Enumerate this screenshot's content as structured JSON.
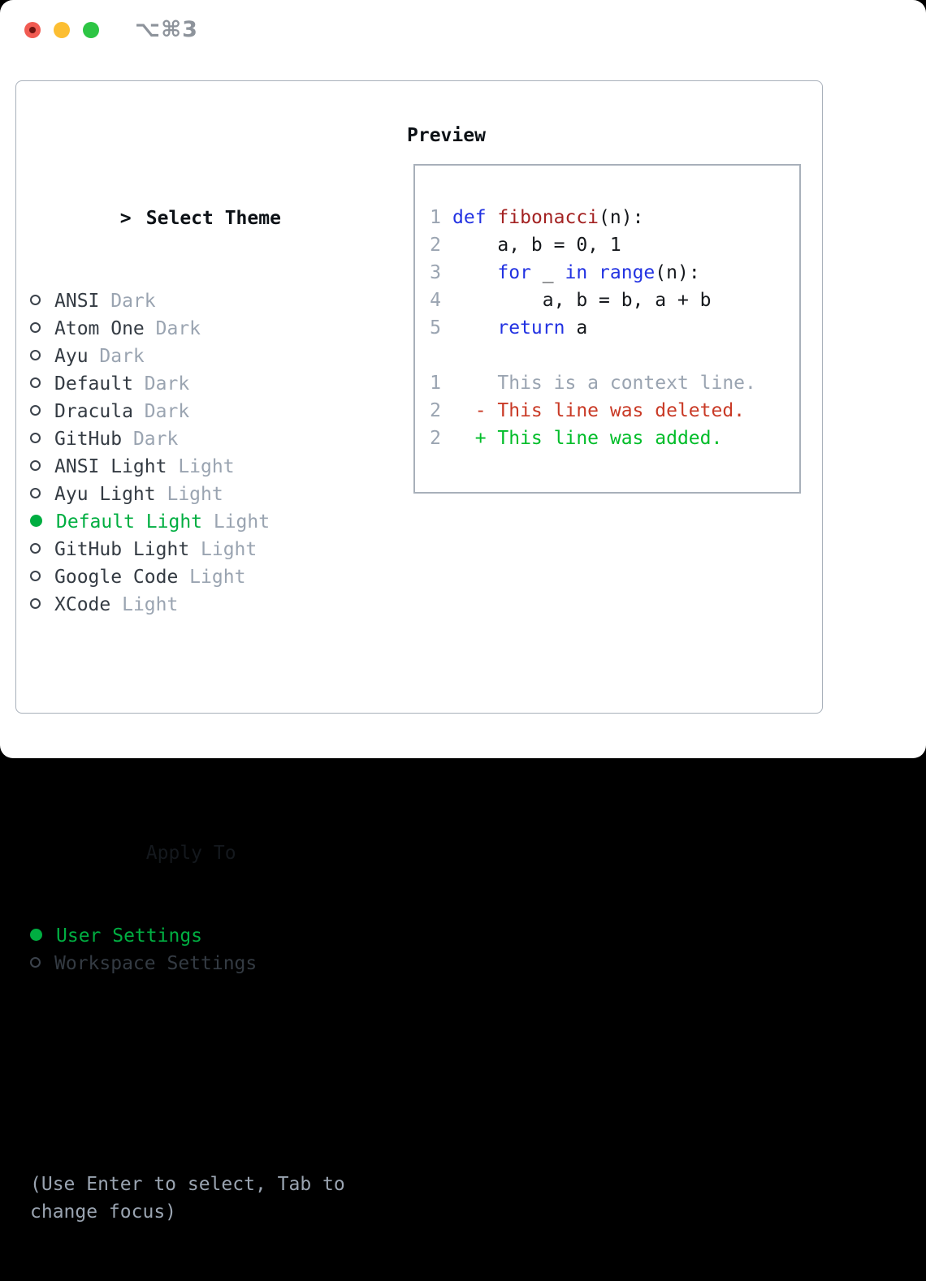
{
  "window": {
    "shortcut_label": "⌥⌘3"
  },
  "colors": {
    "window_bg": "#ffffff",
    "panel_border": "#a8b0ba",
    "text_primary": "#343b43",
    "text_header": "#0c1116",
    "text_muted": "#9aa4b1",
    "accent_green": "#00ae41",
    "keyword_blue": "#2232e2",
    "function_red": "#a32222",
    "deleted_red": "#c93a26",
    "added_green": "#00bd29",
    "traffic_red": "#f15b52",
    "traffic_red_dot": "#6e1410",
    "traffic_yellow": "#fcbe32",
    "traffic_green": "#2dc544",
    "shortcut_gray": "#8d939b"
  },
  "theme_panel": {
    "header_prefix": ">",
    "header": "Select Theme",
    "items": [
      {
        "name": "ANSI",
        "tag": "Dark",
        "selected": false
      },
      {
        "name": "Atom One",
        "tag": "Dark",
        "selected": false
      },
      {
        "name": "Ayu",
        "tag": "Dark",
        "selected": false
      },
      {
        "name": "Default",
        "tag": "Dark",
        "selected": false
      },
      {
        "name": "Dracula",
        "tag": "Dark",
        "selected": false
      },
      {
        "name": "GitHub",
        "tag": "Dark",
        "selected": false
      },
      {
        "name": "ANSI Light",
        "tag": "Light",
        "selected": false
      },
      {
        "name": "Ayu Light",
        "tag": "Light",
        "selected": false
      },
      {
        "name": "Default Light",
        "tag": "Light",
        "selected": true
      },
      {
        "name": "GitHub Light",
        "tag": "Light",
        "selected": false
      },
      {
        "name": "Google Code",
        "tag": "Light",
        "selected": false
      },
      {
        "name": "XCode",
        "tag": "Light",
        "selected": false
      }
    ],
    "apply_to": {
      "header": "Apply To",
      "items": [
        {
          "name": "User Settings",
          "selected": true
        },
        {
          "name": "Workspace Settings",
          "selected": false
        }
      ]
    },
    "hint": "(Use Enter to select, Tab to change focus)"
  },
  "preview": {
    "header": "Preview",
    "lines": [
      {
        "num": "1",
        "segments": [
          {
            "t": "def",
            "c": "kw"
          },
          {
            "t": " ",
            "c": "plain"
          },
          {
            "t": "fibonacci",
            "c": "fn"
          },
          {
            "t": "(n):",
            "c": "plain"
          }
        ]
      },
      {
        "num": "2",
        "segments": [
          {
            "t": "    a, b = 0, 1",
            "c": "plain"
          }
        ]
      },
      {
        "num": "3",
        "segments": [
          {
            "t": "    ",
            "c": "plain"
          },
          {
            "t": "for",
            "c": "kw"
          },
          {
            "t": " _ ",
            "c": "plain"
          },
          {
            "t": "in",
            "c": "kw"
          },
          {
            "t": " ",
            "c": "plain"
          },
          {
            "t": "range",
            "c": "kw"
          },
          {
            "t": "(n):",
            "c": "plain"
          }
        ]
      },
      {
        "num": "4",
        "segments": [
          {
            "t": "        a, b = b, a + b",
            "c": "plain"
          }
        ]
      },
      {
        "num": "5",
        "segments": [
          {
            "t": "    ",
            "c": "plain"
          },
          {
            "t": "return",
            "c": "kw"
          },
          {
            "t": " a",
            "c": "plain"
          }
        ]
      },
      {
        "num": "",
        "segments": []
      },
      {
        "num": "1",
        "segments": [
          {
            "t": "    This is a context line.",
            "c": "ctx"
          }
        ]
      },
      {
        "num": "2",
        "segments": [
          {
            "t": "  - This line was deleted.",
            "c": "del"
          }
        ]
      },
      {
        "num": "2",
        "segments": [
          {
            "t": "  + This line was added.",
            "c": "add"
          }
        ]
      }
    ]
  }
}
